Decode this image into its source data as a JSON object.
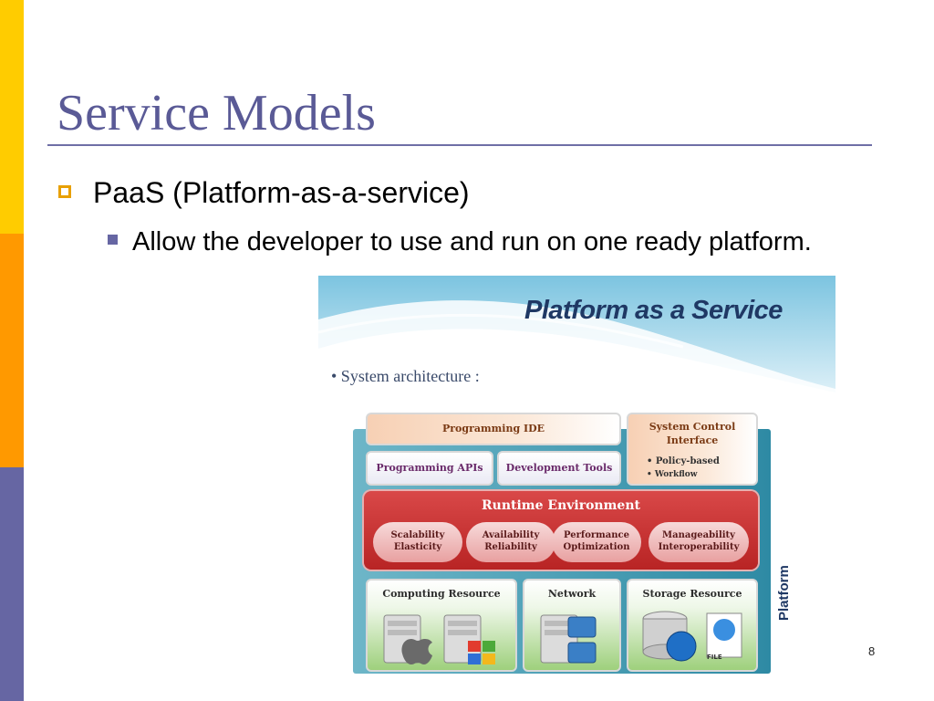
{
  "slide": {
    "title": "Service Models",
    "bullet1": "PaaS (Platform-as-a-service)",
    "bullet2": "Allow the developer to use and run on one ready platform.",
    "page_number": "8"
  },
  "figure": {
    "title": "Platform as a Service",
    "bullet": "•  System architecture :",
    "platform_label": "Platform",
    "programming_ide": "Programming IDE",
    "programming_apis": "Programming APIs",
    "development_tools": "Development Tools",
    "system_control": {
      "title": "System Control Interface",
      "items": [
        "•  Policy-based",
        "•  Workflow"
      ]
    },
    "runtime": {
      "title": "Runtime Environment",
      "pills": [
        {
          "line1": "Scalability",
          "line2": "Elasticity"
        },
        {
          "line1": "Availability",
          "line2": "Reliability"
        },
        {
          "line1": "Performance",
          "line2": "Optimization"
        },
        {
          "line1": "Manageability",
          "line2": "Interoperability"
        }
      ]
    },
    "resources": [
      "Computing Resource",
      "Network",
      "Storage Resource"
    ],
    "file_label": "FILE",
    "colors": {
      "accent_yellow": "#ffcc00",
      "accent_orange": "#ff9900",
      "accent_purple": "#6666a3",
      "title_color": "#5a5a96",
      "runtime_red": "#c83030"
    }
  }
}
